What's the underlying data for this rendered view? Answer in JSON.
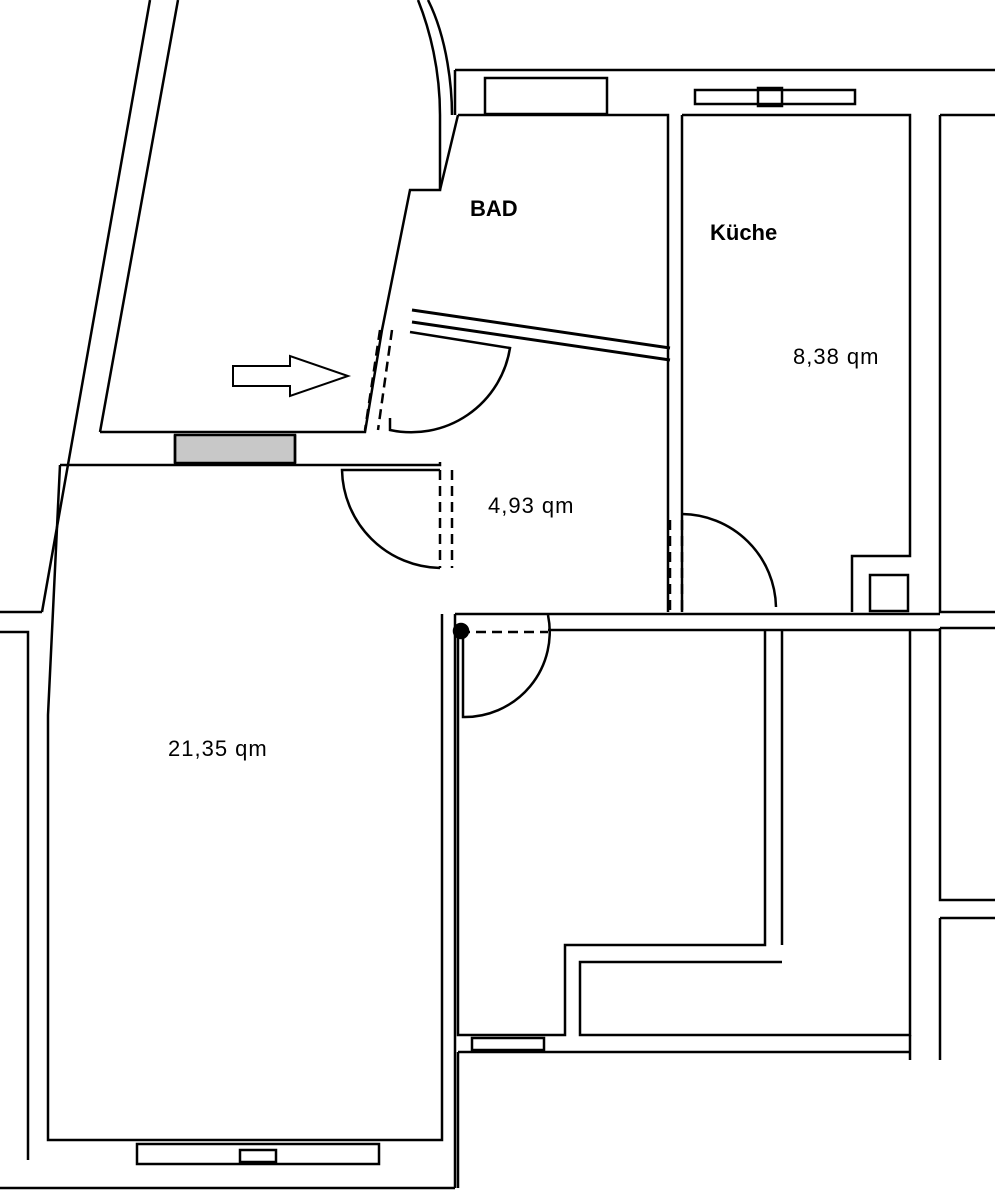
{
  "rooms": {
    "bad": {
      "name": "BAD"
    },
    "kueche": {
      "name": "Küche",
      "area": "8,38 qm"
    },
    "flur": {
      "area": "4,93 qm"
    },
    "wohnen": {
      "area": "21,35 qm"
    }
  },
  "colors": {
    "line": "#000000",
    "fill_gray": "#c8c8c8",
    "background": "#ffffff"
  }
}
